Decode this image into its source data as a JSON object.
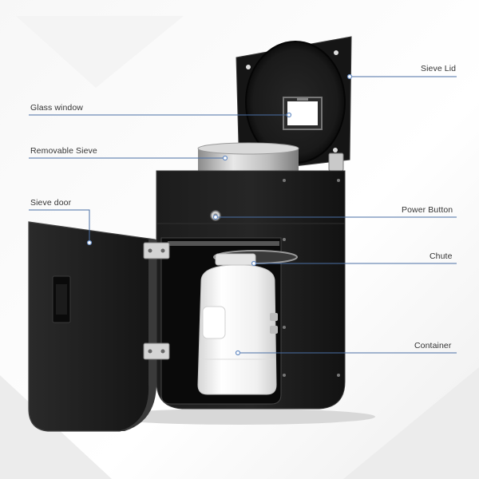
{
  "labels": {
    "sieve_lid": "Sieve Lid",
    "glass_window": "Glass window",
    "removable_sieve": "Removable Sieve",
    "sieve_door": "Sieve door",
    "power_button": "Power Button",
    "chute": "Chute",
    "container": "Container"
  },
  "colors": {
    "leader_line": "#4a6fa5",
    "leader_dot": "#6a8fc5",
    "cabinet": "#1a1a1a",
    "cabinet_edge": "#3a3a3a",
    "steel": "#bfbfbf",
    "container": "#f2f2f2",
    "background": "#ffffff"
  }
}
